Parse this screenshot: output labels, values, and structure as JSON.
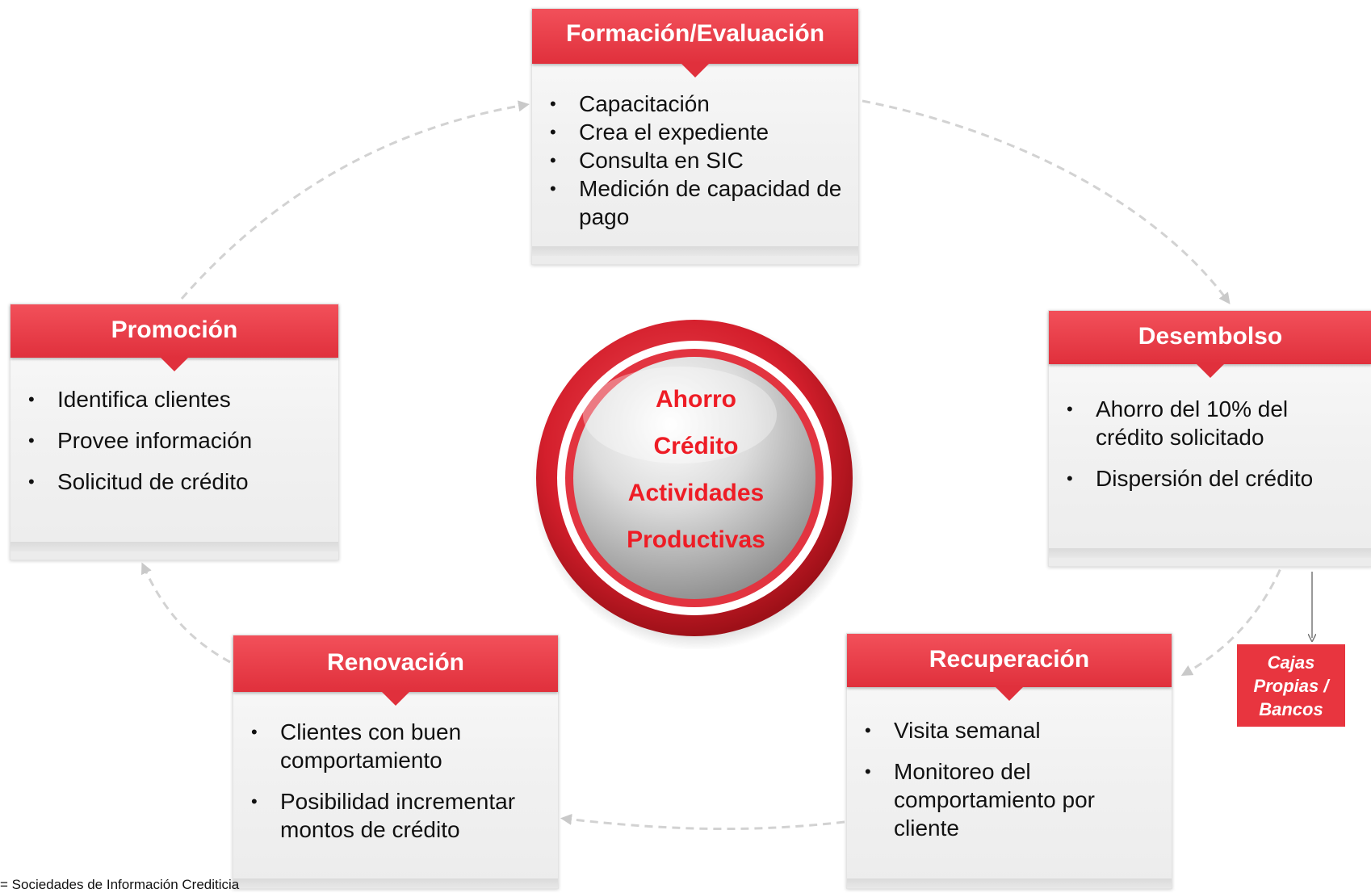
{
  "cycle": {
    "formacion": {
      "title": "Formación/Evaluación",
      "items": [
        "Capacitación",
        "Crea el expediente",
        "Consulta en SIC",
        "Medición de capacidad de pago"
      ]
    },
    "promocion": {
      "title": "Promoción",
      "items": [
        "Identifica clientes",
        "Provee información",
        "Solicitud de crédito"
      ]
    },
    "desembolso": {
      "title": "Desembolso",
      "items": [
        "Ahorro del 10% del crédito solicitado",
        "Dispersión del crédito"
      ]
    },
    "renovacion": {
      "title": "Renovación",
      "items": [
        "Clientes con buen comportamiento",
        "Posibilidad incrementar montos de crédito"
      ]
    },
    "recuperacion": {
      "title": "Recuperación",
      "items": [
        "Visita semanal",
        "Monitoreo del comportamiento por cliente"
      ]
    }
  },
  "hub": {
    "lines": [
      "Ahorro",
      "Crédito",
      "Actividades",
      "Productivas"
    ]
  },
  "side_note": {
    "lines": [
      "Cajas",
      "Propias /",
      "Bancos"
    ]
  },
  "footnote": "= Sociedades de Información Crediticia",
  "colors": {
    "accent_red": "#e0303c",
    "hub_text_red": "#ee1c25",
    "card_bg": "#f1f1f1"
  }
}
